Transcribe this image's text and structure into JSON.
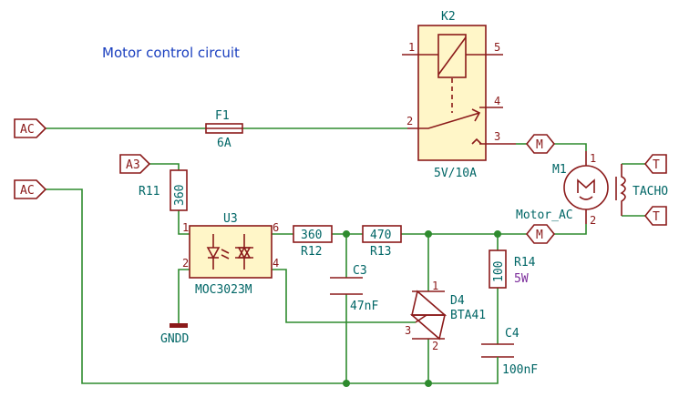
{
  "title": "Motor control circuit",
  "labels": {
    "ac_top": "AC",
    "ac_bottom": "AC",
    "a3": "A3",
    "m_top": "M",
    "m_bottom": "M",
    "t_top": "T",
    "t_bottom": "T",
    "gndd": "GNDD",
    "tacho": "TACHO",
    "motor_ac": "Motor_AC"
  },
  "components": {
    "k2": {
      "ref": "K2",
      "value": "5V/10A",
      "pins": [
        "1",
        "5",
        "4",
        "2",
        "3"
      ]
    },
    "f1": {
      "ref": "F1",
      "value": "6A"
    },
    "r11": {
      "ref": "R11",
      "value": "360"
    },
    "u3": {
      "ref": "U3",
      "value": "MOC3023M",
      "pins": [
        "1",
        "2",
        "6",
        "4"
      ]
    },
    "r12": {
      "ref": "R12",
      "value": "360"
    },
    "r13": {
      "ref": "R13",
      "value": "470"
    },
    "c3": {
      "ref": "C3",
      "value": "47nF"
    },
    "d4": {
      "ref": "D4",
      "value": "BTA41",
      "pins": [
        "1",
        "2",
        "3"
      ]
    },
    "r14": {
      "ref": "R14",
      "value": "100",
      "power": "5W"
    },
    "c4": {
      "ref": "C4",
      "value": "100nF"
    },
    "m1": {
      "ref": "M1",
      "pins": [
        "1",
        "2"
      ]
    }
  },
  "colors": {
    "wire": "#2e8b2e",
    "component": "#8b1a1a",
    "reference": "#006666",
    "title": "#1a3fbf",
    "relay_fill": "#fff6c8"
  }
}
